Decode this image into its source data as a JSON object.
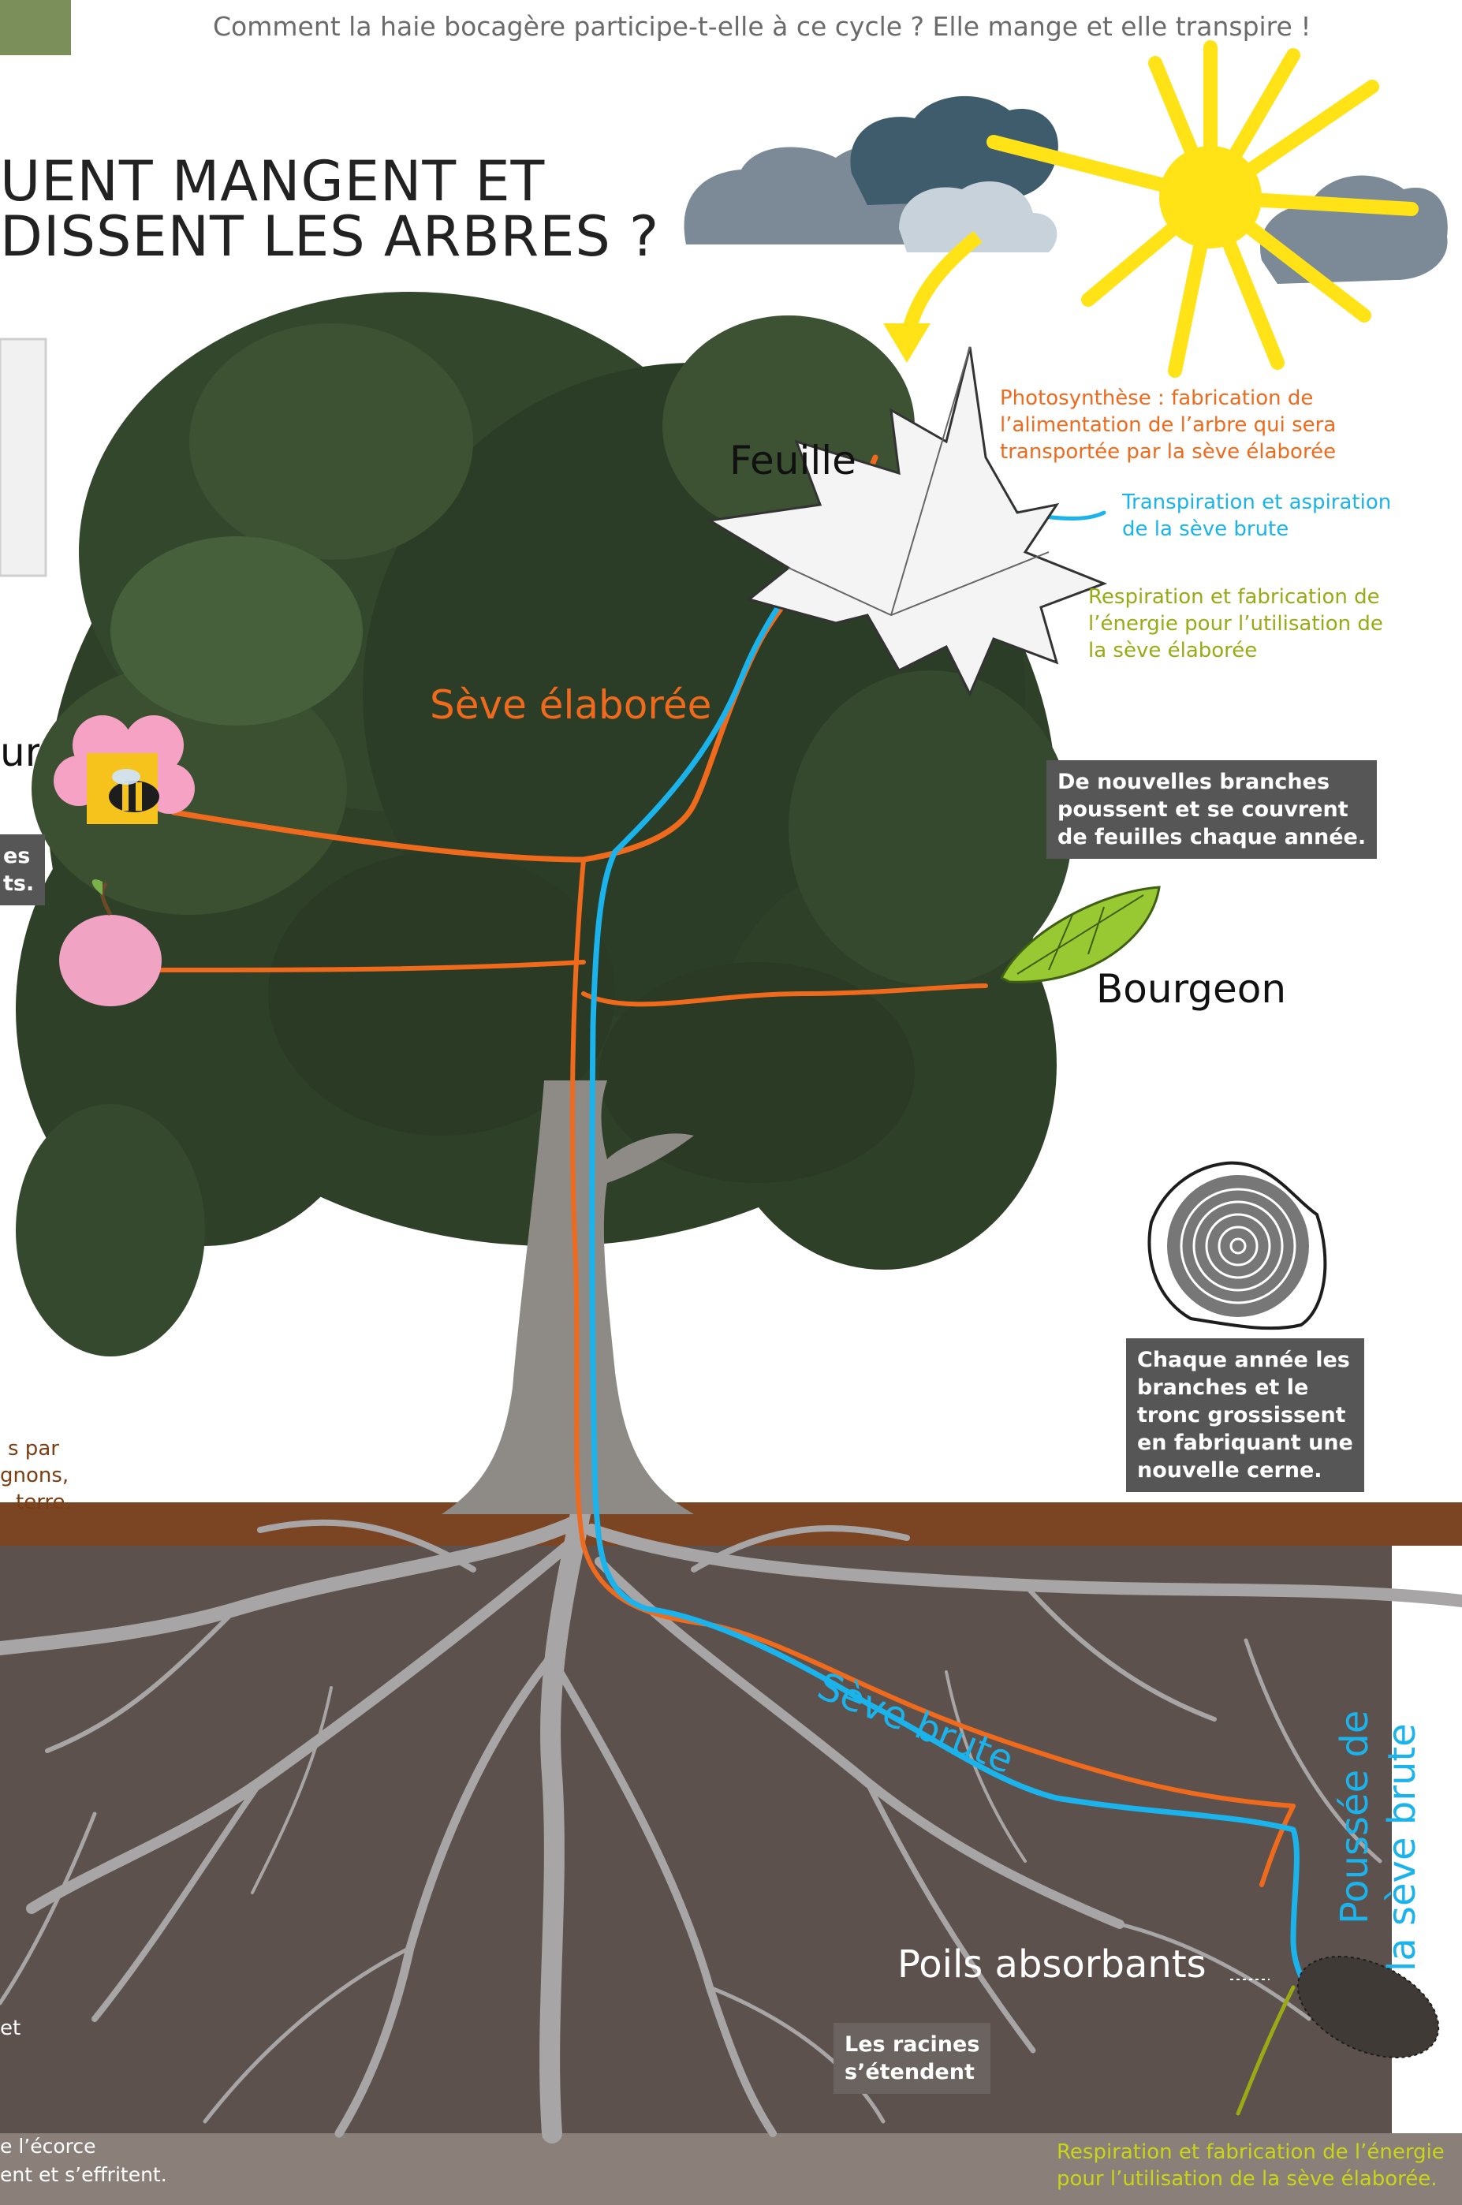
{
  "header": {
    "subtitle": "Comment la haie bocagère participe-t-elle à ce cycle ? Elle mange et elle transpire !"
  },
  "title": {
    "line1": "UENT MANGENT ET",
    "line2": "DISSENT LES ARBRES ?"
  },
  "labels": {
    "feuille": "Feuille",
    "seve_elaboree": "Sève élaborée",
    "bourgeon": "Bourgeon",
    "seve_brute": "Sève brute",
    "poussee_line1": "Poussée de",
    "poussee_line2": "la sève brute",
    "poils_absorbants": "Poils absorbants",
    "fleur_partial": "ur"
  },
  "notes": {
    "photosynthese": [
      "Photosynthèse : fabrication de",
      "l’alimentation de l’arbre qui sera",
      "transportée par la sève élaborée"
    ],
    "transpiration": [
      "Transpiration et aspiration",
      "de la sève brute"
    ],
    "respiration_top": [
      "Respiration et fabrication de",
      "l’énergie pour l’utilisation de",
      "la sève élaborée"
    ],
    "respiration_bottom": [
      "Respiration et fabrication de l’énergie",
      "pour l’utilisation de la sève élaborée."
    ],
    "left_brown": [
      "s par",
      "gnons,",
      "terre."
    ],
    "left_partial_et": "et"
  },
  "boxes": {
    "branches": [
      "De nouvelles branches",
      "poussent et se couvrent",
      "de feuilles chaque année."
    ],
    "cerne": [
      "Chaque année les",
      "branches et le",
      "tronc grossissent",
      "en fabriquant une",
      "nouvelle cerne."
    ],
    "racines": [
      "Les racines",
      "s’étendent"
    ],
    "left_partial": [
      "es",
      "ts."
    ]
  },
  "footer_left": [
    "e l’écorce",
    "ent et s’effritent."
  ],
  "colors": {
    "seve_elaboree": "#ef6a1c",
    "seve_brute": "#1ab3ec",
    "respiration": "#9aaa14",
    "soil_band": "#7b4524",
    "soil": "#5d514d",
    "foliage": "#2f4029",
    "sun": "#ffe316"
  },
  "icons": [
    "sun-icon",
    "cloud-icon",
    "bee-icon",
    "flower-icon",
    "fruit-icon",
    "bud-icon",
    "tree-ring-icon",
    "maple-leaf-icon",
    "thumbnail-photo-icon"
  ]
}
